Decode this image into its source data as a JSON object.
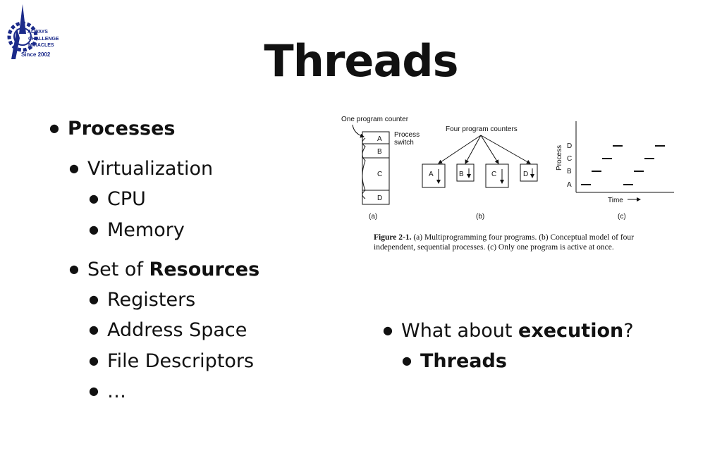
{
  "slide": {
    "title": "Threads",
    "logo": {
      "lines": [
        "ALWAYS",
        "CHALLENGE",
        "MIRACLES",
        "Since 2002"
      ]
    },
    "left_bullets": {
      "processes": "Processes",
      "virtualization": "Virtualization",
      "cpu": "CPU",
      "memory": "Memory",
      "set_of_prefix": "Set of ",
      "resources": "Resources",
      "registers": "Registers",
      "address_space": "Address Space",
      "file_descriptors": "File Descriptors",
      "ellipsis": "…"
    },
    "right_bullets": {
      "what_about_prefix": "What about ",
      "execution": "execution",
      "what_about_suffix": "?",
      "threads": "Threads"
    },
    "figure": {
      "a": {
        "label_counter": "One program counter",
        "label_switch_1": "Process",
        "label_switch_2": "switch",
        "boxes": [
          "A",
          "B",
          "C",
          "D"
        ],
        "caption": "(a)"
      },
      "b": {
        "label_counters": "Four program counters",
        "boxes": [
          "A",
          "B",
          "C",
          "D"
        ],
        "caption": "(b)"
      },
      "c": {
        "ylabel": "Process",
        "xlabel": "Time",
        "rows": [
          "D",
          "C",
          "B",
          "A"
        ],
        "caption": "(c)"
      },
      "caption_bold": "Figure 2-1.",
      "caption_line1": "(a) Multiprogramming four programs. (b) Conceptual model of four",
      "caption_line2": "independent, sequential processes. (c) Only one program is active at once."
    }
  }
}
